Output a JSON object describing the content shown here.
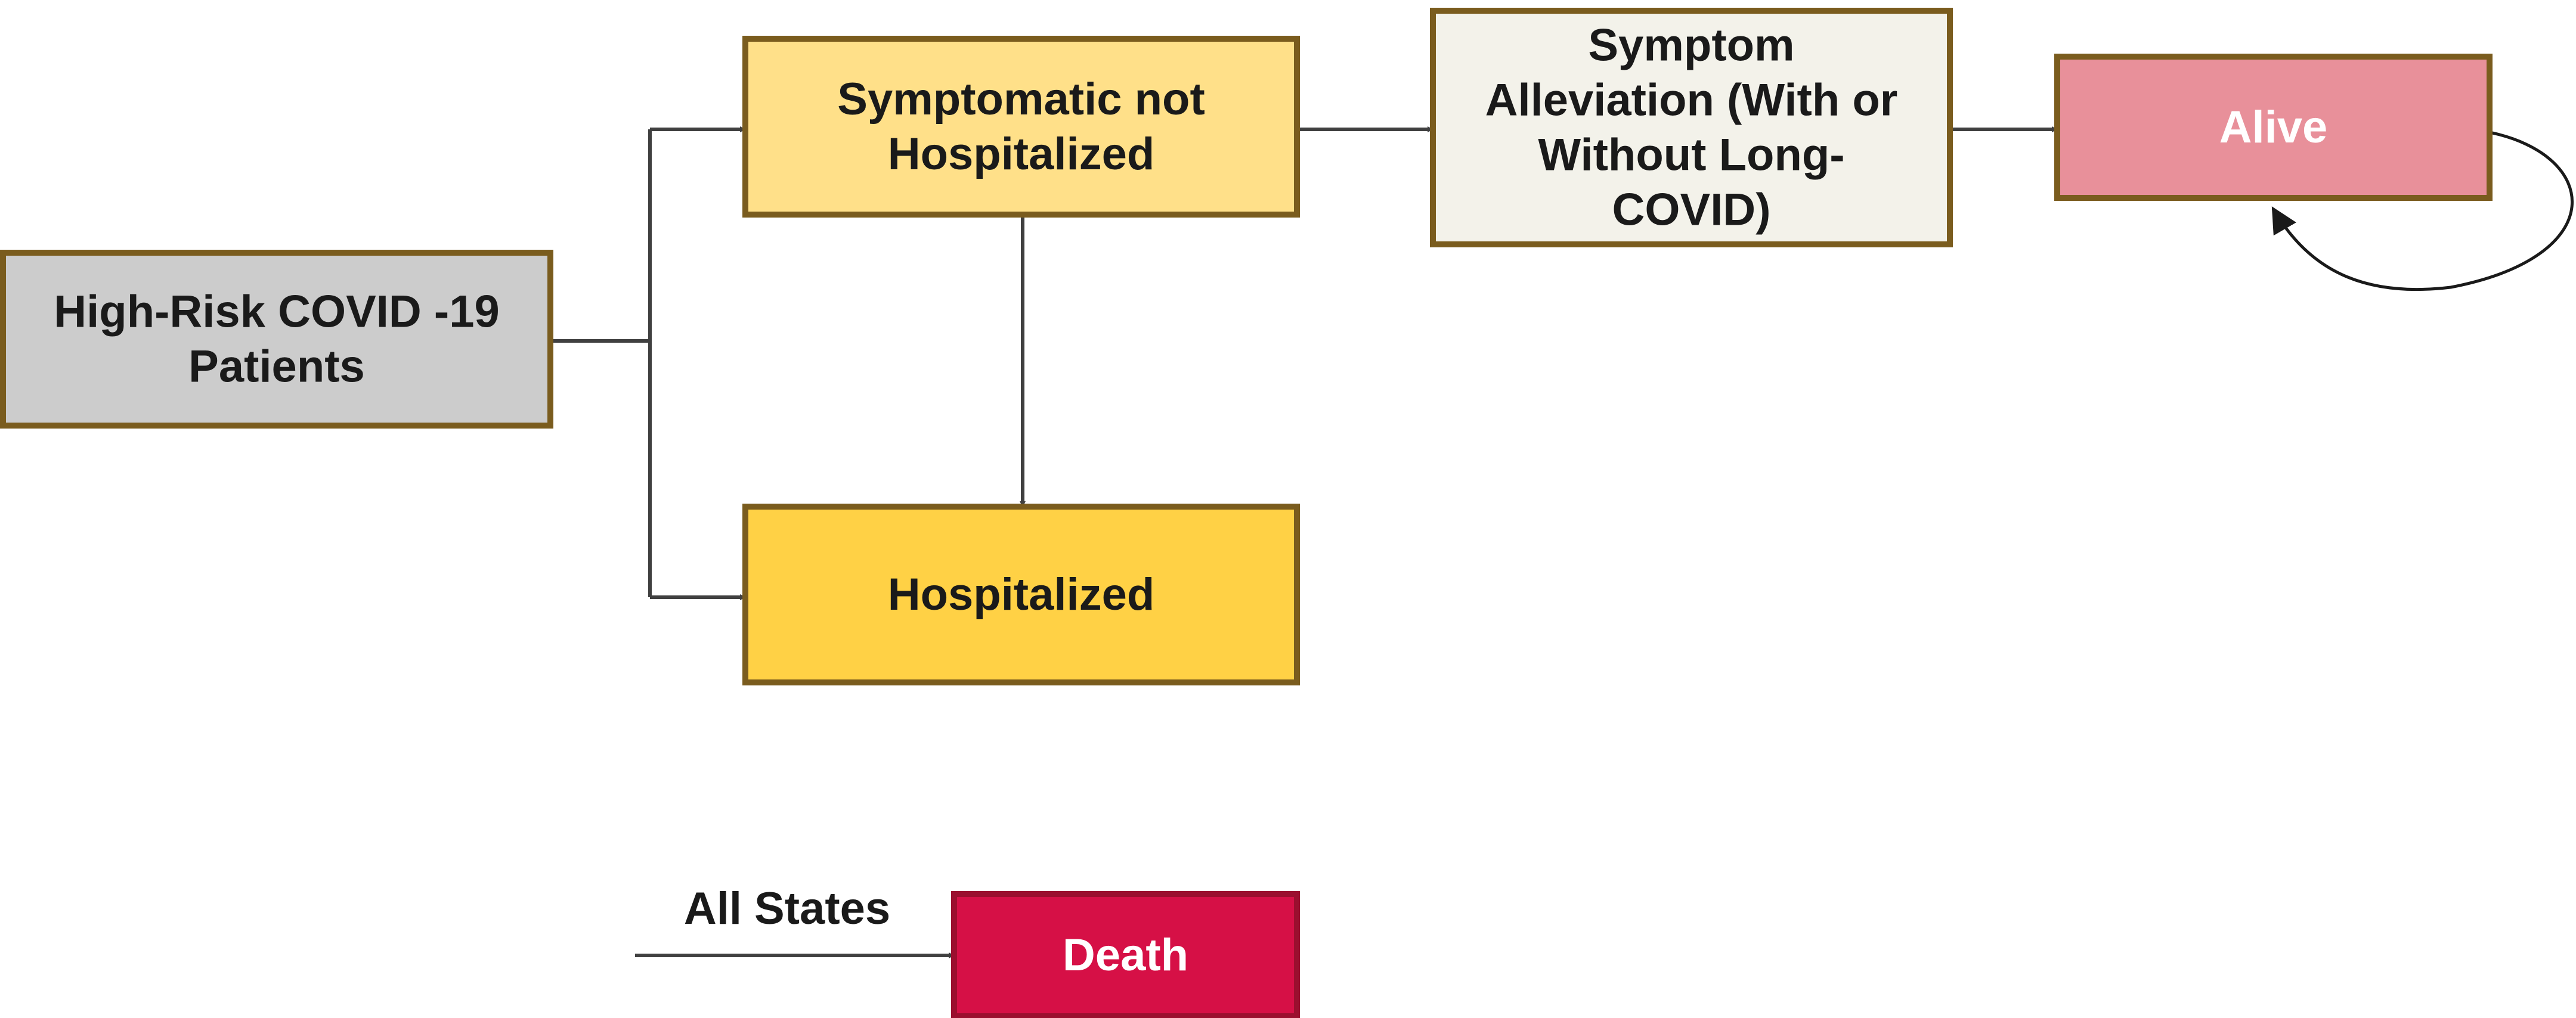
{
  "colors": {
    "border": "#7a5c1e",
    "death_border": "#9b0f2f",
    "connector": "#404040"
  },
  "nodes": {
    "high_risk": {
      "lines": [
        "High-Risk COVID -19",
        "Patients"
      ],
      "fill": "#cccccc",
      "text_color": "#1a1a1a"
    },
    "symptomatic": {
      "lines": [
        "Symptomatic not",
        "Hospitalized"
      ],
      "fill": "#ffe089",
      "text_color": "#1a1a1a"
    },
    "hospitalized": {
      "lines": [
        "Hospitalized"
      ],
      "fill": "#ffd145",
      "text_color": "#1a1a1a"
    },
    "alleviation": {
      "lines": [
        "Symptom",
        "Alleviation (With or",
        "Without Long-",
        "COVID)"
      ],
      "fill": "#f3f2ea",
      "text_color": "#1a1a1a"
    },
    "alive": {
      "lines": [
        "Alive"
      ],
      "fill": "#e8909a",
      "text_color": "#ffffff"
    },
    "death": {
      "lines": [
        "Death"
      ],
      "fill": "#d61046",
      "text_color": "#ffffff"
    }
  },
  "labels": {
    "all_states": "All States"
  }
}
